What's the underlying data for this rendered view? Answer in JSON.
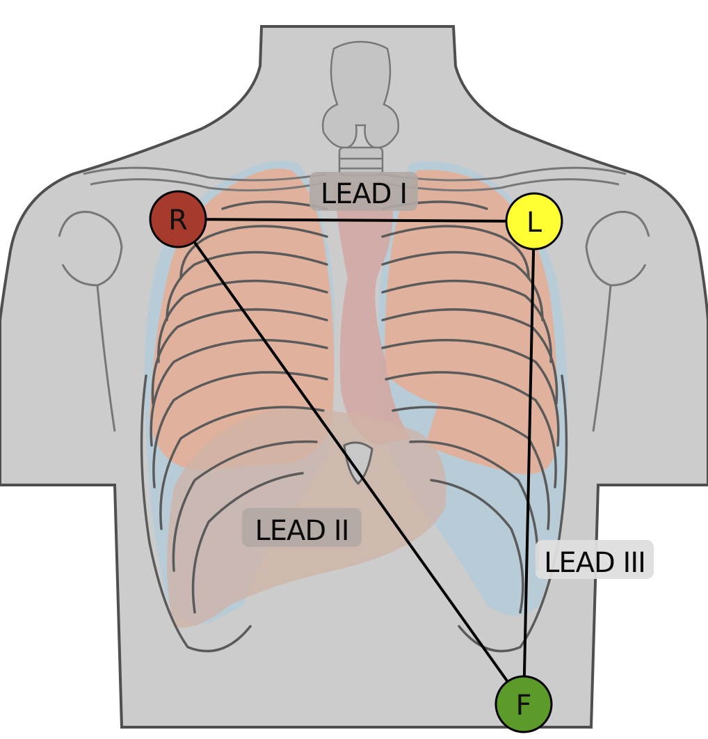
{
  "diagram": {
    "electrodes": [
      {
        "id": "R",
        "label": "R",
        "color": "#a63a2c"
      },
      {
        "id": "L",
        "label": "L",
        "color": "#ffff33"
      },
      {
        "id": "F",
        "label": "F",
        "color": "#5c9a2a"
      }
    ],
    "leads": [
      {
        "id": "lead1",
        "label": "LEAD I",
        "from": "R",
        "to": "L"
      },
      {
        "id": "lead2",
        "label": "LEAD II",
        "from": "R",
        "to": "F"
      },
      {
        "id": "lead3",
        "label": "LEAD III",
        "from": "L",
        "to": "F"
      }
    ],
    "colors": {
      "body": "#cccccc",
      "outline": "#555555",
      "lungs": "#e2b09a",
      "pleura": "#b5ccd8",
      "liver": "#cfb3a6",
      "label_box": "#b0a8a4"
    }
  }
}
